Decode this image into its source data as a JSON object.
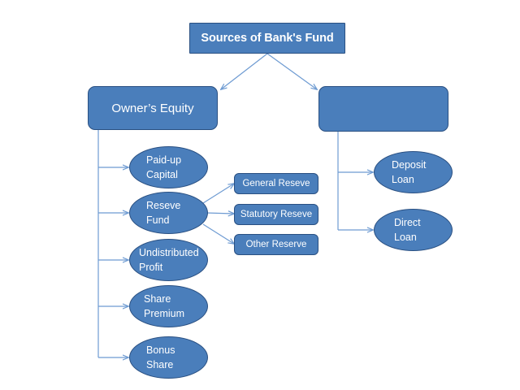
{
  "diagram": {
    "title_node": {
      "label": "Sources of Bank's Fund",
      "shape": "rectangle"
    },
    "branches": [
      {
        "label": "Owner’s Equity",
        "shape": "rounded-rectangle"
      },
      {
        "label": "",
        "shape": "rounded-rectangle"
      }
    ],
    "equity_items": [
      {
        "line1": "Paid-up",
        "line2": "Capital",
        "shape": "ellipse"
      },
      {
        "line1": "Reseve",
        "line2": "Fund",
        "shape": "ellipse"
      },
      {
        "line1": "Undistributed",
        "line2": "Profit",
        "shape": "ellipse"
      },
      {
        "line1": "Share",
        "line2": "Premium",
        "shape": "ellipse"
      },
      {
        "line1": "Bonus",
        "line2": "Share",
        "shape": "ellipse"
      }
    ],
    "reserve_items": [
      {
        "label": "General Reseve",
        "shape": "rounded-rectangle"
      },
      {
        "label": "Statutory Reseve",
        "shape": "rounded-rectangle"
      },
      {
        "label": "Other Reserve",
        "shape": "rounded-rectangle"
      }
    ],
    "loan_items": [
      {
        "line1": "Deposit",
        "line2": "Loan",
        "shape": "ellipse"
      },
      {
        "line1": "Direct",
        "line2": "Loan",
        "shape": "ellipse"
      }
    ],
    "colors": {
      "node_fill": "#4A7EBB",
      "node_border": "#2A5082",
      "node_text": "#FFFFFF",
      "connector": "#6E9BD2",
      "background": "#FFFFFF"
    }
  }
}
